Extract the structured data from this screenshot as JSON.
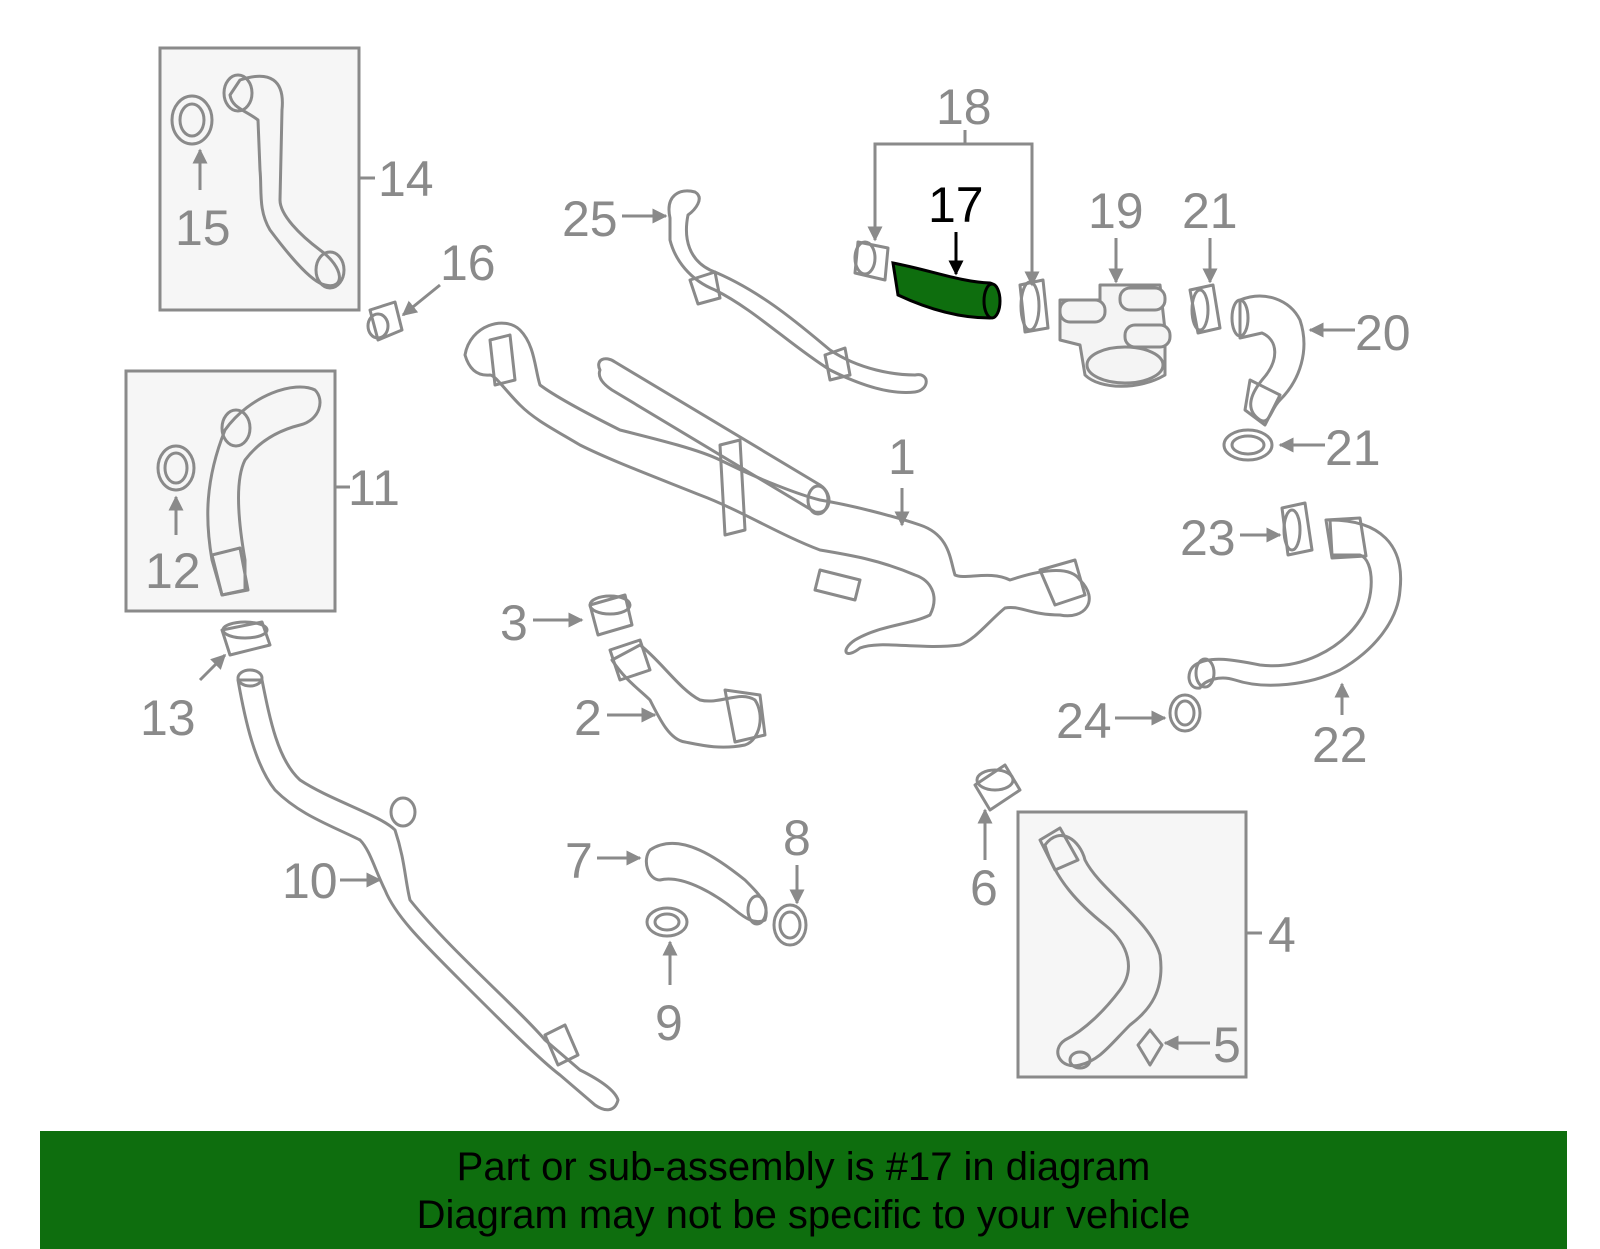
{
  "diagram": {
    "highlight_color": "#0e6e0e",
    "highlighted_part": "17",
    "callouts": [
      "1",
      "2",
      "3",
      "4",
      "5",
      "6",
      "7",
      "8",
      "9",
      "10",
      "11",
      "12",
      "13",
      "14",
      "15",
      "16",
      "17",
      "18",
      "19",
      "20",
      "21",
      "21",
      "22",
      "23",
      "24",
      "25"
    ]
  },
  "banner": {
    "line1": "Part or sub-assembly is #17 in diagram",
    "line2": "Diagram may not be specific to your vehicle"
  }
}
